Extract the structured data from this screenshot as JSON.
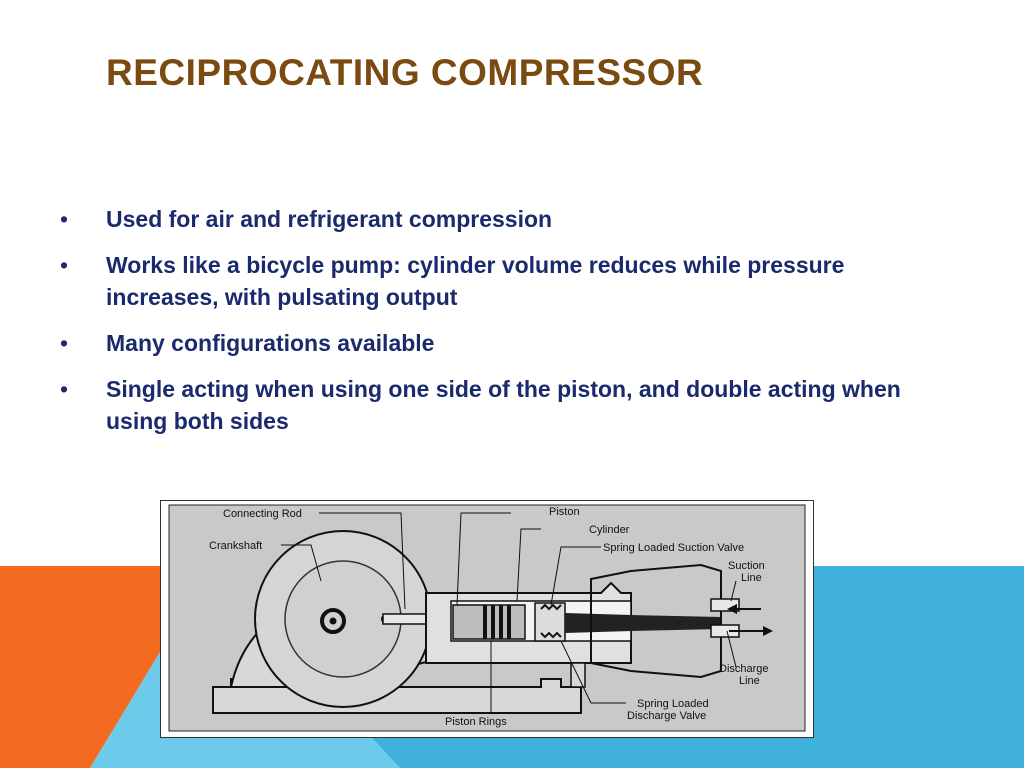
{
  "slide": {
    "title": "RECIPROCATING COMPRESSOR",
    "bullet_symbol": "•",
    "bullets": [
      "Used for air and refrigerant compression",
      "Works like a bicycle pump: cylinder volume reduces while pressure increases, with pulsating output",
      "Many configurations available",
      "Single acting when using one side of the piston, and double acting when using both sides"
    ]
  },
  "diagram": {
    "labels": {
      "connecting_rod": "Connecting Rod",
      "crankshaft": "Crankshaft",
      "piston": "Piston",
      "cylinder": "Cylinder",
      "suction_valve": "Spring Loaded Suction Valve",
      "suction_line_1": "Suction",
      "suction_line_2": "Line",
      "discharge_line_1": "Discharge",
      "discharge_line_2": "Line",
      "discharge_valve_1": "Spring Loaded",
      "discharge_valve_2": "Discharge Valve",
      "piston_rings": "Piston Rings"
    }
  },
  "colors": {
    "title": "#7a4a10",
    "text": "#1a2a6c",
    "accent_orange": "#f26b21",
    "accent_blue": "#3fb1dc",
    "accent_light_blue": "#6ccbea"
  }
}
